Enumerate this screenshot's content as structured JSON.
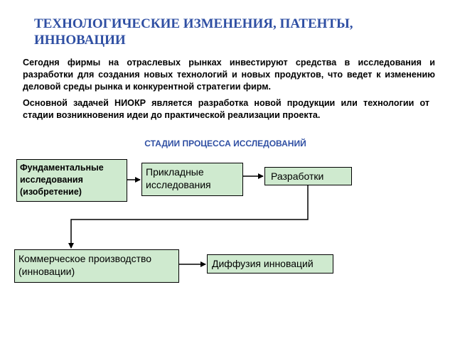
{
  "header": {
    "title": "ТЕХНОЛОГИЧЕСКИЕ ИЗМЕНЕНИЯ, ПАТЕНТЫ, ИННОВАЦИИ"
  },
  "body": {
    "paragraph1": "Сегодня фирмы на отраслевых рынках инвестируют средства в исследования и разработки для создания новых технологий и новых продуктов, что ведет к изменению деловой среды рынка и конкурентной стратегии фирм.",
    "paragraph2": "Основной задачей НИОКР является разработка новой продукции или технологии от стадии возникновения идеи до практической реализации проекта."
  },
  "diagram": {
    "heading": "СТАДИИ ПРОЦЕССА ИССЛЕДОВАНИЙ",
    "stages": {
      "fundamental": "Фундаментальные исследования (изобретение)",
      "applied": "Прикладные исследования",
      "development": "Разработки",
      "commercial": "Коммерческое производство (инновации)",
      "diffusion": "Диффузия инноваций"
    }
  },
  "colors": {
    "title": "#2f4fa3",
    "box_fill": "#cfeacf",
    "border": "#000000"
  }
}
